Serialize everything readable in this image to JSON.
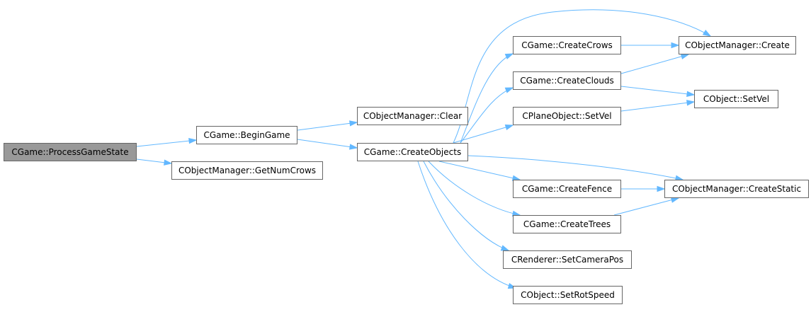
{
  "diagram": {
    "colors": {
      "edge": "#63b8ff",
      "node_border": "#666666",
      "node_fill": "#ffffff",
      "root_fill": "#999999"
    },
    "nodes": [
      {
        "id": "process_game_state",
        "label": "CGame::ProcessGameState",
        "root": true
      },
      {
        "id": "begin_game",
        "label": "CGame::BeginGame"
      },
      {
        "id": "get_num_crows",
        "label": "CObjectManager::GetNumCrows"
      },
      {
        "id": "om_clear",
        "label": "CObjectManager::Clear"
      },
      {
        "id": "create_objects",
        "label": "CGame::CreateObjects"
      },
      {
        "id": "create_crows",
        "label": "CGame::CreateCrows"
      },
      {
        "id": "create_clouds",
        "label": "CGame::CreateClouds"
      },
      {
        "id": "plane_set_vel",
        "label": "CPlaneObject::SetVel"
      },
      {
        "id": "create_fence",
        "label": "CGame::CreateFence"
      },
      {
        "id": "create_trees",
        "label": "CGame::CreateTrees"
      },
      {
        "id": "set_camera_pos",
        "label": "CRenderer::SetCameraPos"
      },
      {
        "id": "set_rot_speed",
        "label": "CObject::SetRotSpeed"
      },
      {
        "id": "om_create",
        "label": "CObjectManager::Create"
      },
      {
        "id": "object_set_vel",
        "label": "CObject::SetVel"
      },
      {
        "id": "om_create_static",
        "label": "CObjectManager::CreateStatic"
      }
    ],
    "edges": [
      {
        "from": "process_game_state",
        "to": "begin_game"
      },
      {
        "from": "process_game_state",
        "to": "get_num_crows"
      },
      {
        "from": "begin_game",
        "to": "om_clear"
      },
      {
        "from": "begin_game",
        "to": "create_objects"
      },
      {
        "from": "create_objects",
        "to": "create_crows"
      },
      {
        "from": "create_objects",
        "to": "create_clouds"
      },
      {
        "from": "create_objects",
        "to": "plane_set_vel"
      },
      {
        "from": "create_objects",
        "to": "om_create"
      },
      {
        "from": "create_objects",
        "to": "om_create_static"
      },
      {
        "from": "create_objects",
        "to": "create_fence"
      },
      {
        "from": "create_objects",
        "to": "create_trees"
      },
      {
        "from": "create_objects",
        "to": "set_camera_pos"
      },
      {
        "from": "create_objects",
        "to": "set_rot_speed"
      },
      {
        "from": "create_crows",
        "to": "om_create"
      },
      {
        "from": "create_clouds",
        "to": "om_create"
      },
      {
        "from": "create_clouds",
        "to": "object_set_vel"
      },
      {
        "from": "plane_set_vel",
        "to": "object_set_vel"
      },
      {
        "from": "create_fence",
        "to": "om_create_static"
      },
      {
        "from": "create_trees",
        "to": "om_create_static"
      }
    ]
  }
}
